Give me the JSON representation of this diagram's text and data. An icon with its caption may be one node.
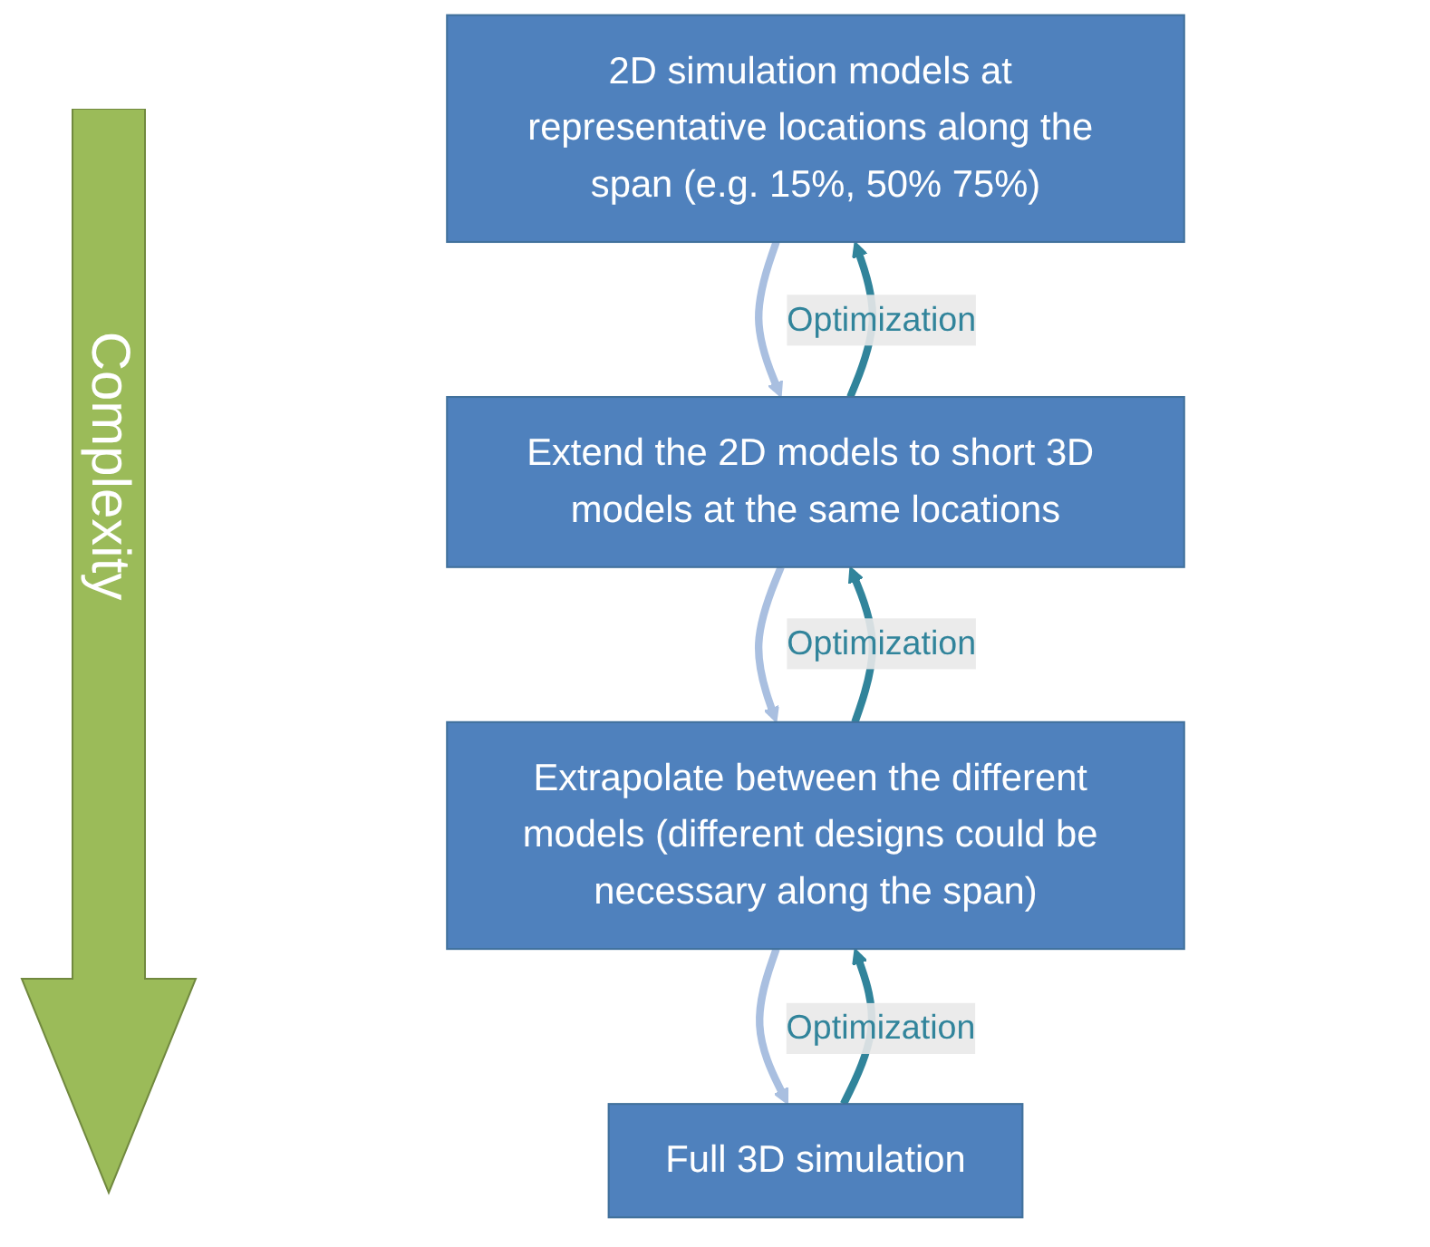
{
  "diagram": {
    "nodes": [
      {
        "text": [
          "2D simulation models at representative locations along the span (e.g. 15%, 50% 75%)"
        ]
      },
      {
        "text": [
          "Extend the 2D models to short 3D models at the same locations"
        ]
      },
      {
        "text": [
          "Extrapolate between the different models (different designs could be necessary along the span)"
        ]
      },
      {
        "text": [
          "Full 3D simulation"
        ]
      }
    ],
    "edges": [
      {
        "from": 0,
        "to": 1,
        "arrow": "to",
        "color": "#a9bfe0"
      },
      {
        "from": 1,
        "to": 2,
        "arrow": "to",
        "color": "#a9bfe0"
      },
      {
        "from": 2,
        "to": 3,
        "arrow": "to",
        "color": "#a9bfe0"
      },
      {
        "from": 1,
        "to": 0,
        "arrow": "to",
        "label": "Optimization",
        "color": "#31849b"
      },
      {
        "from": 2,
        "to": 1,
        "arrow": "to",
        "label": "Optimization",
        "color": "#31849b"
      },
      {
        "from": 3,
        "to": 2,
        "arrow": "to",
        "label": "Optimization",
        "color": "#31849b"
      }
    ],
    "labels": [
      "Complexity"
    ]
  }
}
